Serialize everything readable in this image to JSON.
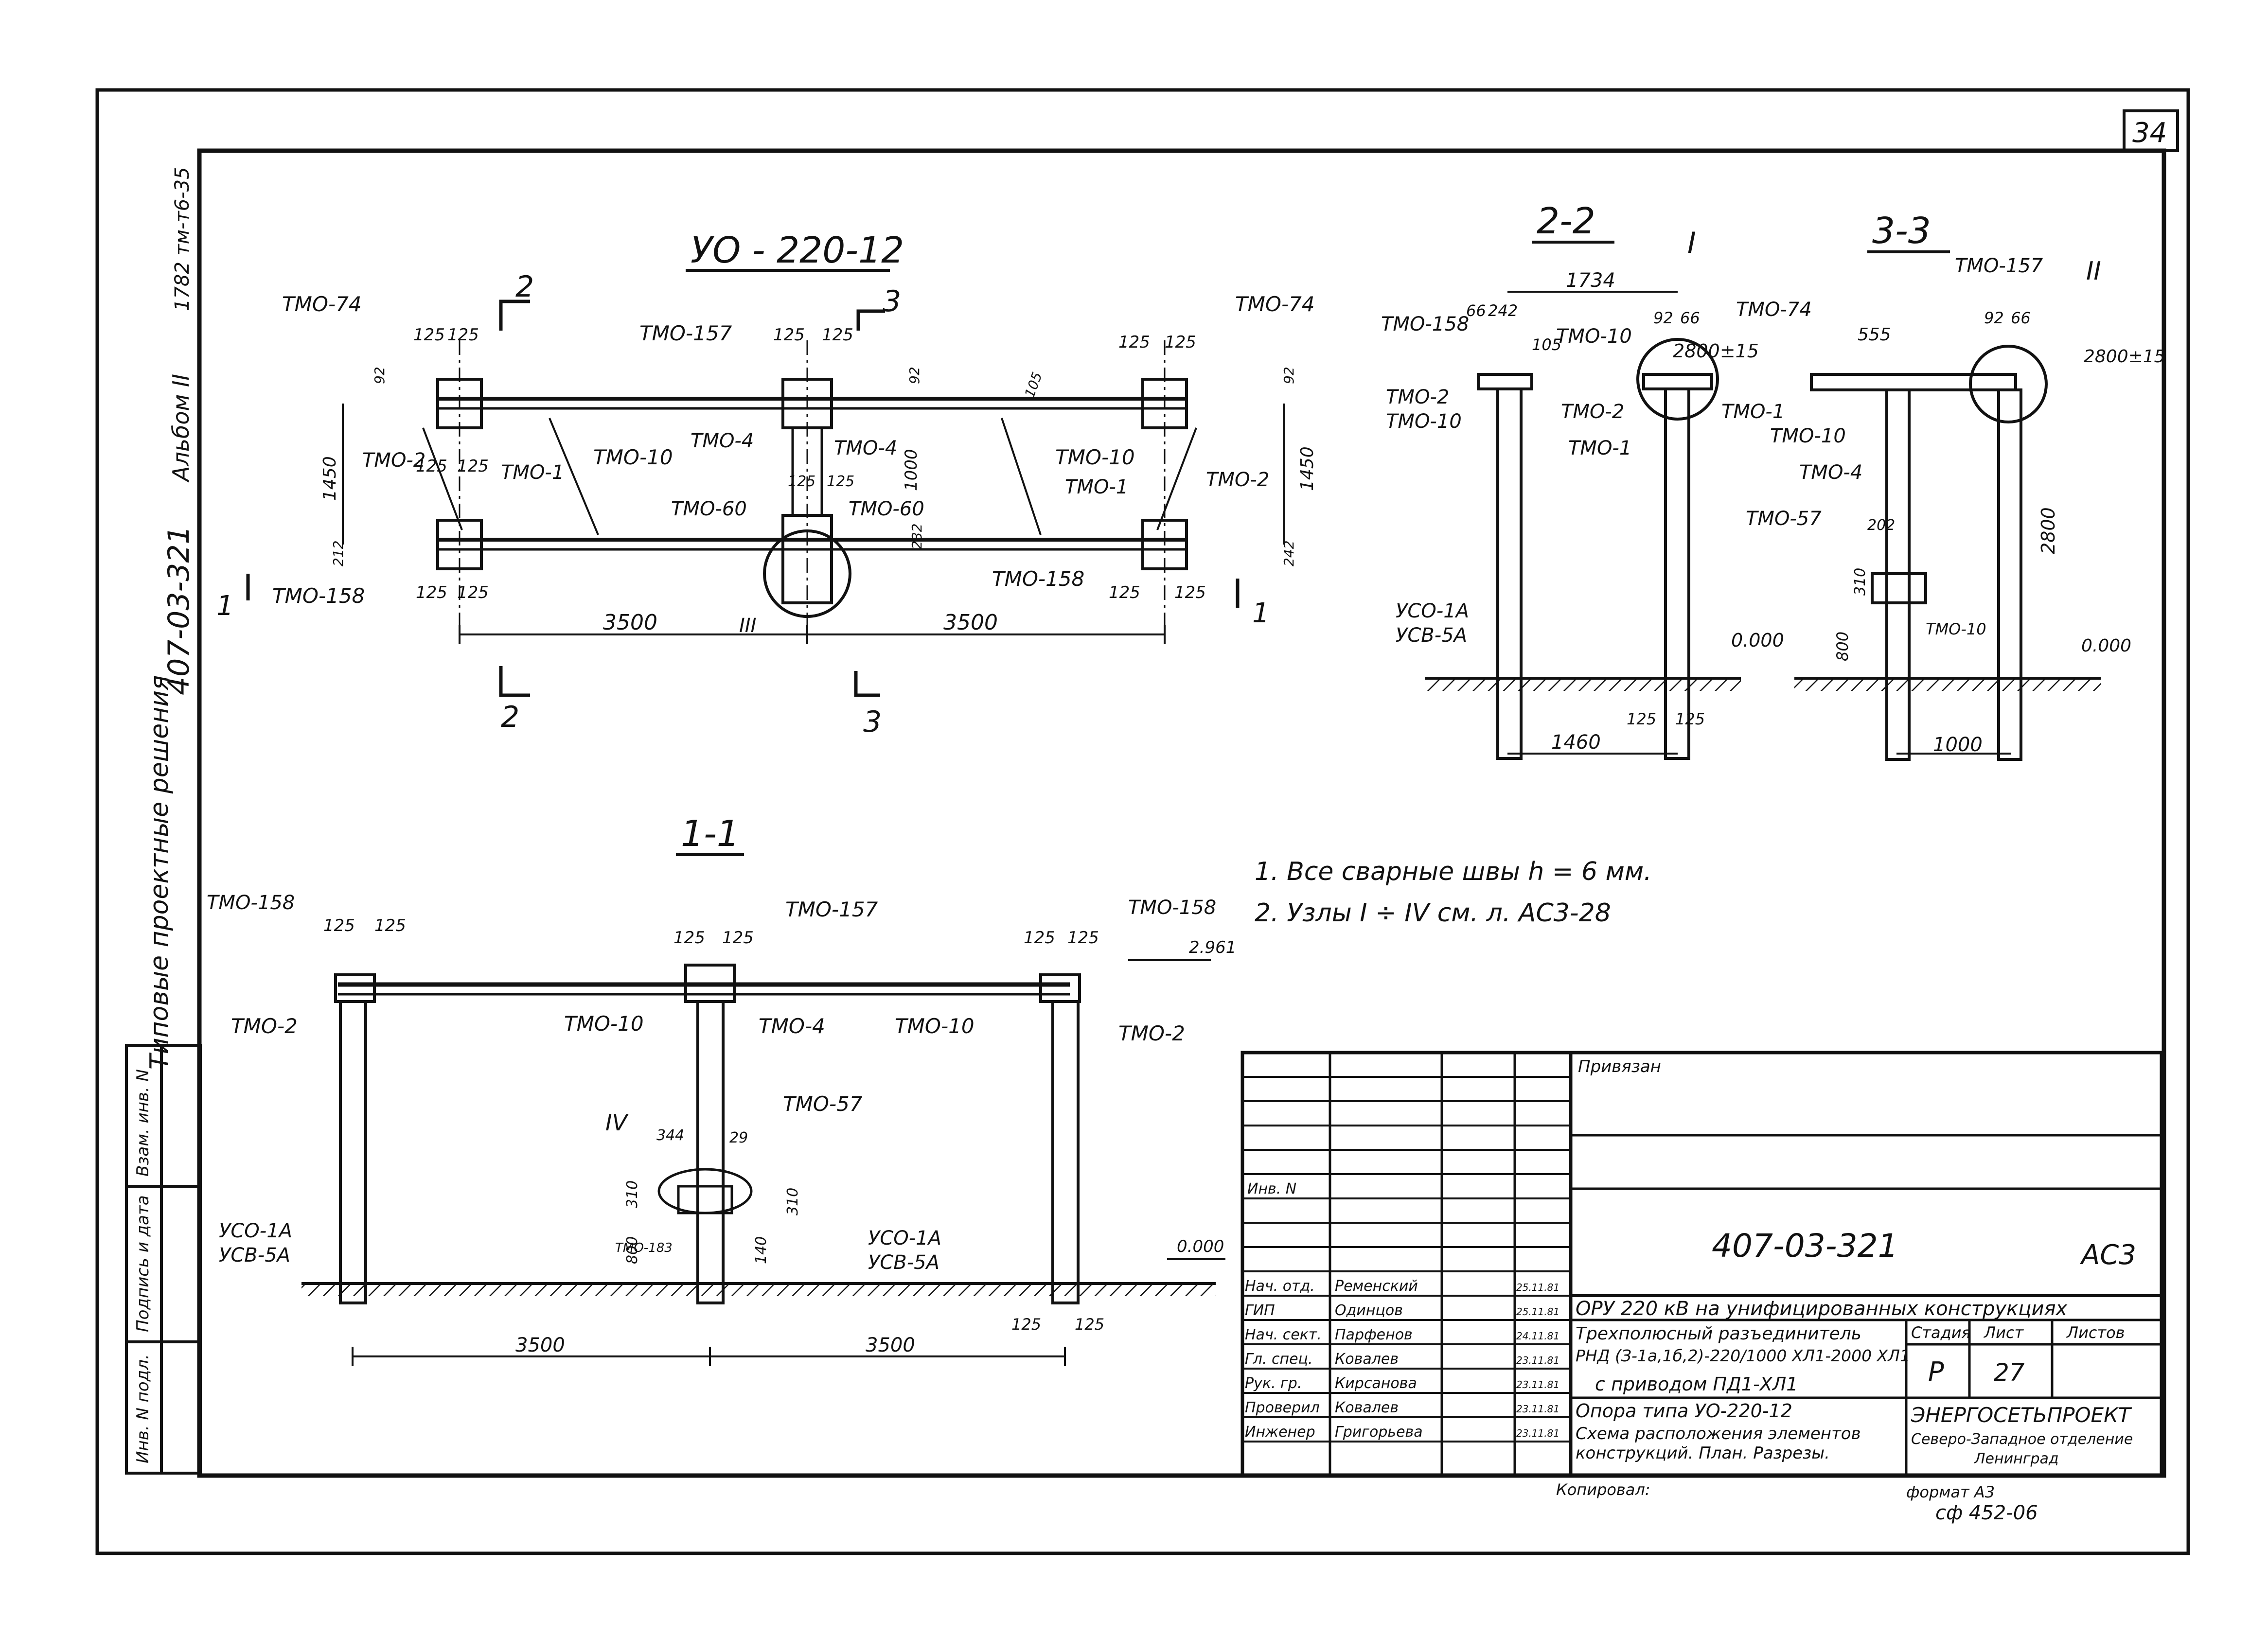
{
  "sheet": {
    "page_number": "34",
    "side_title": "Типовые проектные решения",
    "side_code": "407-03-321",
    "side_album": "Альбом II",
    "side_ref": "1782 тм-т6-35",
    "side_cells": [
      "Взам. инв. N",
      "Подпись и дата",
      "Инв. N подл."
    ]
  },
  "plan": {
    "title": "УО - 220-12",
    "labels": [
      "ТМО-74",
      "ТМО-74",
      "ТМО-157",
      "ТМО-10",
      "ТМО-10",
      "ТМО-2",
      "ТМО-1",
      "ТМО-2",
      "ТМО-1",
      "ТМО-4",
      "ТМО-4",
      "ТМО-60",
      "ТМО-60",
      "ТМО-158",
      "ТМО-158"
    ],
    "dims": [
      "125",
      "125",
      "125",
      "125",
      "125",
      "125",
      "125",
      "125",
      "125",
      "125",
      "125",
      "125",
      "125",
      "125",
      "1450",
      "1450",
      "1000",
      "92",
      "92",
      "92",
      "242",
      "212",
      "105",
      "232",
      "3500",
      "3500"
    ],
    "section_marks": [
      "2",
      "2",
      "3",
      "3",
      "1",
      "1"
    ],
    "node_mark": "III"
  },
  "sec22": {
    "title": "2-2",
    "node_mark": "I",
    "labels": [
      "ТМО-158",
      "ТМО-10",
      "ТМО-2",
      "ТМО-10",
      "ТМО-74",
      "ТМО-2",
      "ТМО-1",
      "ТМО-1",
      "УСО-1А",
      "УСВ-5А"
    ],
    "dims": [
      "66",
      "242",
      "1734",
      "92",
      "66",
      "105",
      "2800±15",
      "0.000",
      "125",
      "125",
      "1460"
    ]
  },
  "sec33": {
    "title": "3-3",
    "node_mark": "II",
    "labels": [
      "ТМО-157",
      "ТМО-10",
      "ТМО-4",
      "ТМО-57",
      "ТМО-10"
    ],
    "dims": [
      "555",
      "92",
      "66",
      "2800±15",
      "2800",
      "202",
      "310",
      "800",
      "0.000",
      "1000"
    ]
  },
  "sec11": {
    "title": "1-1",
    "node_mark": "IV",
    "labels": [
      "ТМО-158",
      "ТМО-157",
      "ТМО-158",
      "ТМО-2",
      "ТМО-10",
      "ТМО-4",
      "ТМО-10",
      "ТМО-2",
      "ТМО-57",
      "ТМО-183",
      "УСО-1А",
      "УСВ-5А",
      "УСО-1А",
      "УСВ-5А"
    ],
    "dims": [
      "125",
      "125",
      "125",
      "125",
      "125",
      "125",
      "2.961",
      "344",
      "29",
      "310",
      "310",
      "800",
      "140",
      "0.000",
      "125",
      "125",
      "3500",
      "3500"
    ]
  },
  "notes": [
    "1.  Все сварные швы  h = 6 мм.",
    "2.  Узлы  I ÷ IV  см.  л.  АС3-28"
  ],
  "stamp": {
    "privyazan": "Привязан",
    "inv_label": "Инв. N",
    "code": "407-03-321",
    "mark": "АС3",
    "project": "ОРУ 220 кВ на унифицированных конструкциях",
    "object": [
      "Трехполюсный разъединитель",
      "РНД (З-1а,1б,2)-220/1000 ХЛ1-2000 ХЛ1",
      "с приводом ПД1-ХЛ1"
    ],
    "sheet_title": [
      "Опора типа УО-220-12",
      "Схема расположения элементов",
      "конструкций. План. Разрезы."
    ],
    "col_heads": [
      "Стадия",
      "Лист",
      "Листов"
    ],
    "stage": "Р",
    "sheet_no": "27",
    "org": [
      "ЭНЕРГОСЕТЬПРОЕКТ",
      "Северо-Западное отделение",
      "Ленинград"
    ],
    "signers": [
      {
        "role": "Нач. отд.",
        "name": "Ременский",
        "date": "25.11.81"
      },
      {
        "role": "ГИП",
        "name": "Одинцов",
        "date": "25.11.81"
      },
      {
        "role": "Нач. сект.",
        "name": "Парфенов",
        "date": "24.11.81"
      },
      {
        "role": "Гл. спец.",
        "name": "Ковалев",
        "date": "23.11.81"
      },
      {
        "role": "Рук. гр.",
        "name": "Кирсанова",
        "date": "23.11.81"
      },
      {
        "role": "Проверил",
        "name": "Ковалев",
        "date": "23.11.81"
      },
      {
        "role": "Инженер",
        "name": "Григорьева",
        "date": "23.11.81"
      }
    ]
  },
  "footer": {
    "copied": "Копировал:",
    "format": "формат А3",
    "order": "сф 452-06"
  }
}
